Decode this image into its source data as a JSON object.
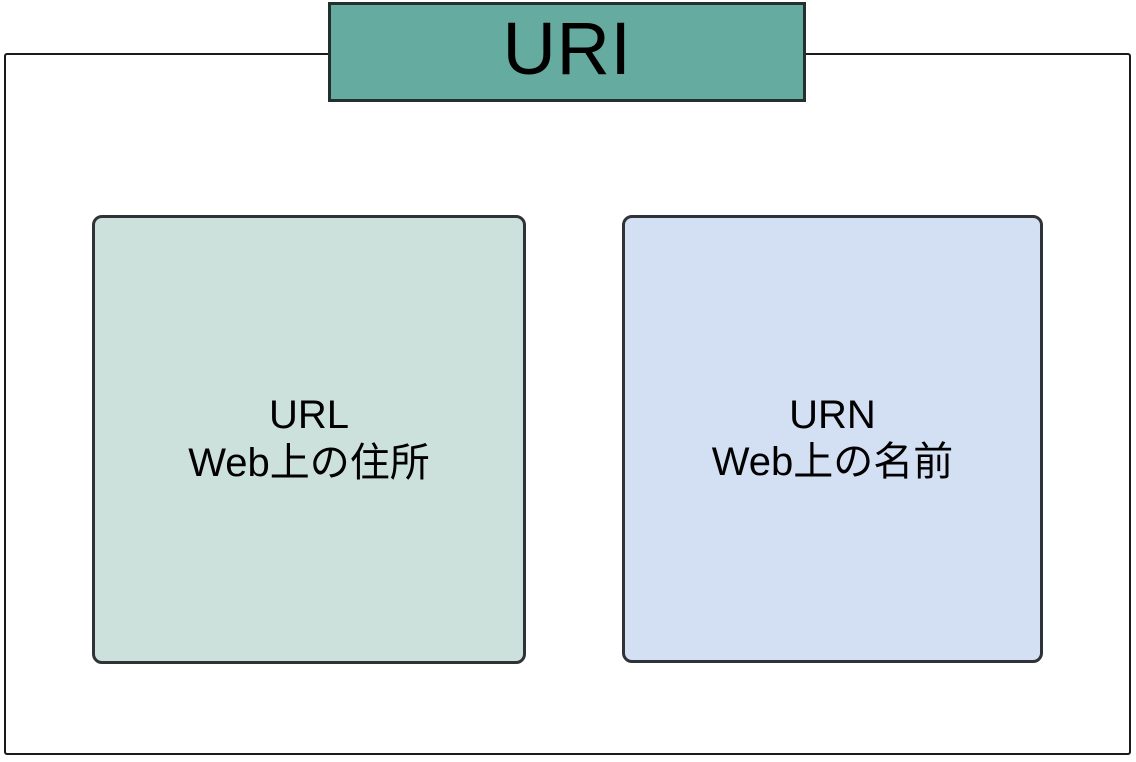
{
  "diagram": {
    "title": "URI",
    "container": {
      "name": "uri-space",
      "fill_color": "#ffffff",
      "border_color": "#1a1a1a"
    },
    "header": {
      "label": "URI",
      "fill_color": "#66ab9f",
      "border_color": "#23302d",
      "text_color": "#000000"
    },
    "children": [
      {
        "id": "url",
        "title": "URL",
        "subtitle": "Web上の住所",
        "fill_color": "#cce0dc",
        "border_color": "#2f3338",
        "text_color": "#000000"
      },
      {
        "id": "urn",
        "title": "URN",
        "subtitle": "Web上の名前",
        "fill_color": "#d3dff2",
        "border_color": "#2f3338",
        "text_color": "#000000"
      }
    ]
  }
}
